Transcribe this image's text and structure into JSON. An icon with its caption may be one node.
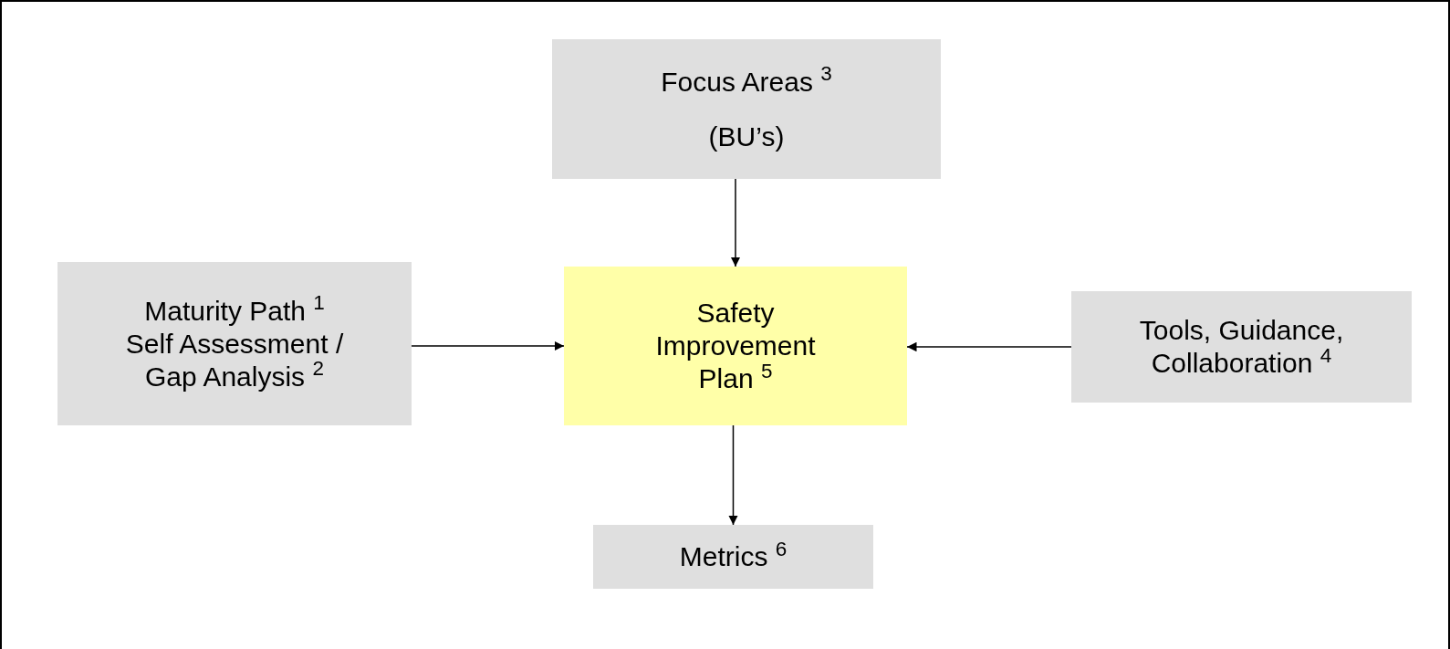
{
  "diagram": {
    "nodes": [
      {
        "text": [
          "Focus Areas $^{3}$",
          "(BU’s)"
        ]
      },
      {
        "text": [
          "Maturity Path $^{1}$",
          "Self Assessment / Gap Analysis $^{2}$"
        ]
      },
      {
        "text": [
          "Safety Improvement Plan $^{5}$"
        ]
      },
      {
        "text": [
          "Tools, Guidance, Collaboration $^{4}$"
        ]
      },
      {
        "text": [
          "Metrics $^{6}$"
        ]
      }
    ],
    "edges": [
      {
        "from": 0,
        "to": 2,
        "arrow": "to"
      },
      {
        "from": 1,
        "to": 2,
        "arrow": "to"
      },
      {
        "from": 3,
        "to": 2,
        "arrow": "to"
      },
      {
        "from": 2,
        "to": 4,
        "arrow": "to"
      }
    ]
  }
}
